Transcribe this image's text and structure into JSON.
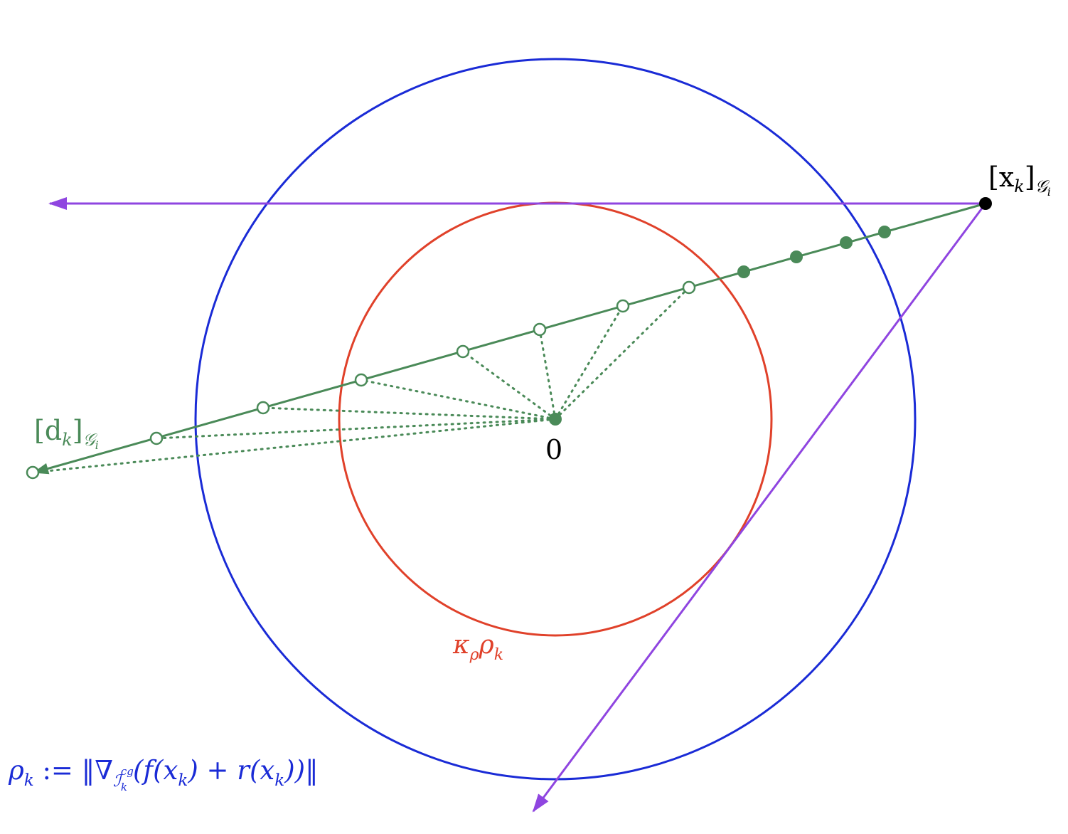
{
  "colors": {
    "outer_circle": "#1a2bd6",
    "inner_circle": "#e0412a",
    "purple_ray": "#8f45e0",
    "green_line": "#4a8a58",
    "black_point": "#000000"
  },
  "labels": {
    "origin": "0",
    "point": {
      "base": "[x",
      "sub": "k",
      "close": "]",
      "set": "𝒢",
      "set_sub": "i"
    },
    "direction": {
      "base": "[d",
      "sub": "k",
      "close": "]",
      "set": "𝒢",
      "set_sub": "i"
    },
    "inner_radius": {
      "kappa": "κ",
      "kappa_sub": "ρ",
      "rho": "ρ",
      "rho_sub": "k"
    },
    "outer_radius": {
      "rho": "ρ",
      "rho_sub": "k",
      "assign": " := ‖∇",
      "index_set": "ℐ",
      "index_sup": "cg",
      "index_sub": "k",
      "expr": "(f(x",
      "expr_sub1": "k",
      "expr_mid": ") + r(x",
      "expr_sub2": "k",
      "expr_end": "))‖"
    }
  },
  "icons": {
    "filled_marker": "filled-circle",
    "open_marker": "open-circle",
    "arrowhead": "triangle-arrow"
  }
}
